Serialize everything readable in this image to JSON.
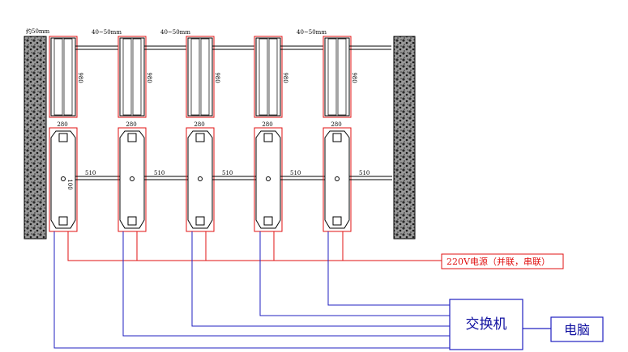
{
  "diagram": {
    "wall_top_label": "约50mm",
    "gap_label": "40~50mm",
    "height_label": "980",
    "width_label": "280",
    "arm_label": "510",
    "post_label": "100",
    "power_label": "220V电源（并联，串联）",
    "switch_label": "交换机",
    "computer_label": "电脑",
    "colors": {
      "wall": "#3a3a3a",
      "outline": "#000000",
      "power_line": "#e01010",
      "network_line": "#2020c0"
    }
  }
}
